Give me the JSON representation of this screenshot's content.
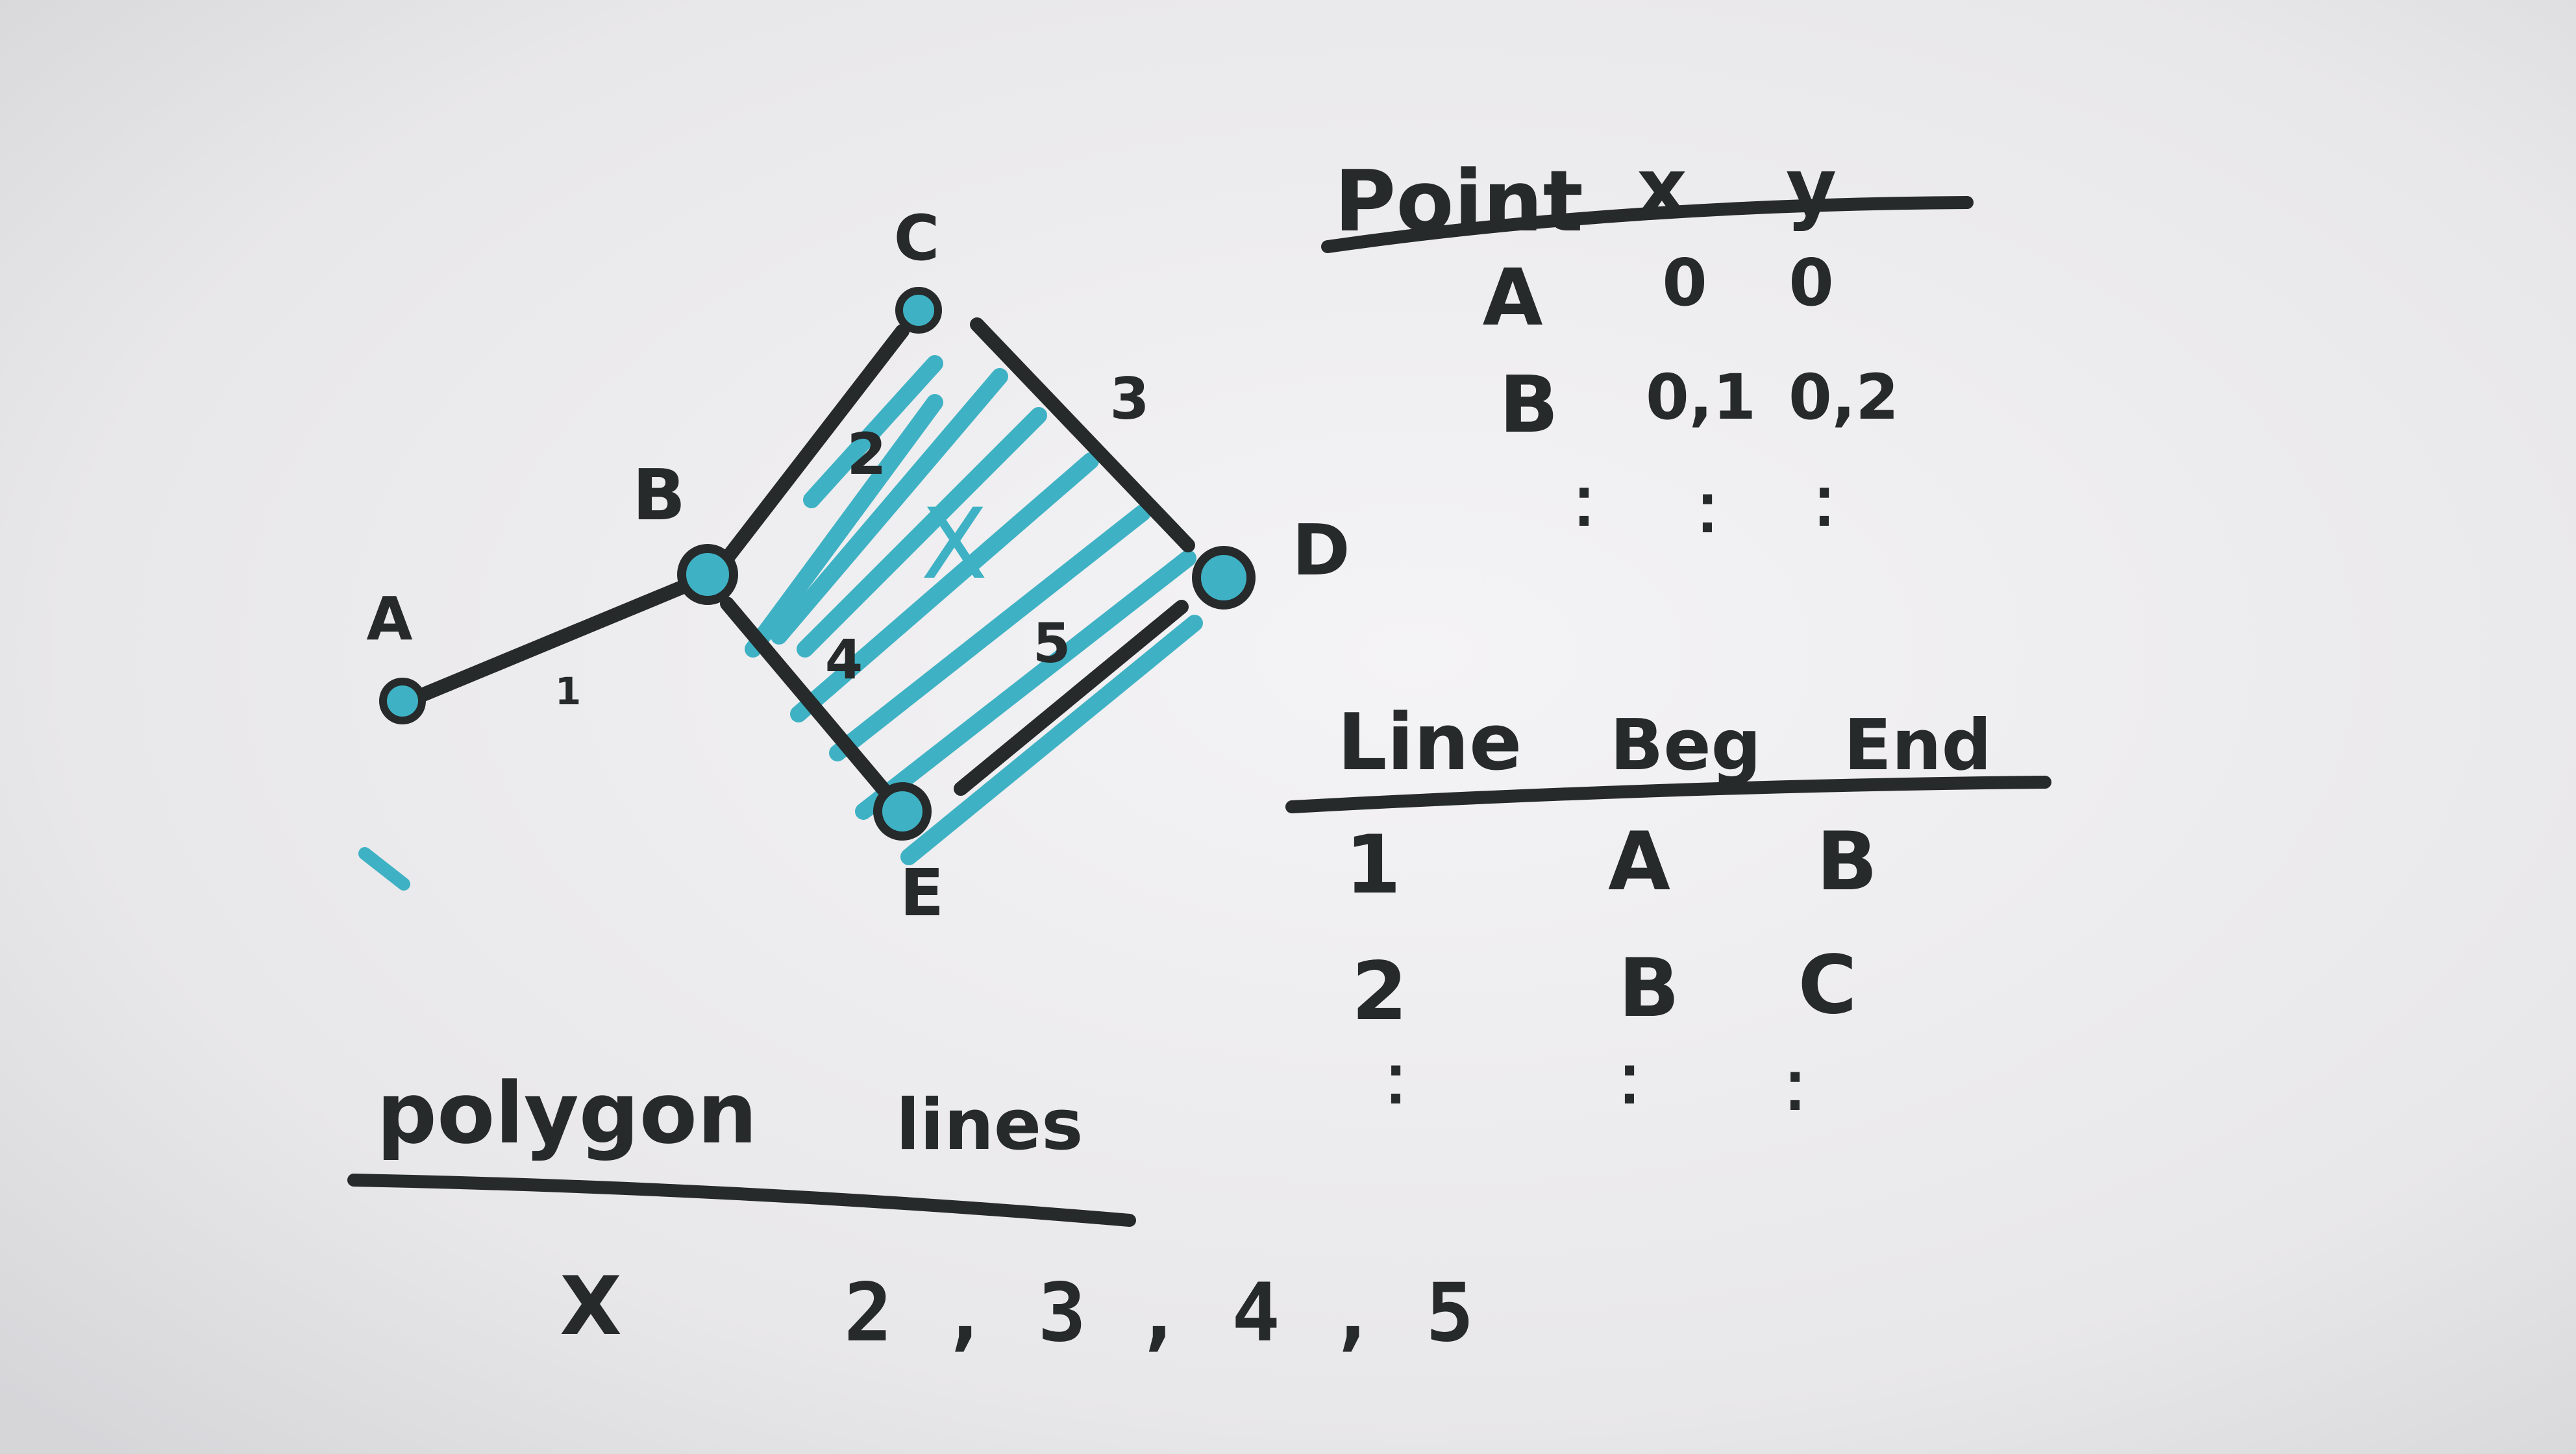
{
  "colors": {
    "paper": "#ecebed",
    "ink": "#262a2b",
    "accent": "#3eb2c4"
  },
  "diagram": {
    "points": [
      {
        "label": "A"
      },
      {
        "label": "B"
      },
      {
        "label": "C"
      },
      {
        "label": "D"
      },
      {
        "label": "E"
      }
    ],
    "edge_labels": [
      "1",
      "2",
      "3",
      "4",
      "5"
    ],
    "polygon_label": "X"
  },
  "point_table": {
    "headers": [
      "Point",
      "x",
      "y"
    ],
    "rows": [
      [
        "A",
        "0",
        "0"
      ],
      [
        "B",
        "0,1",
        "0,2"
      ],
      [
        "⁚",
        "⁚",
        "⁚"
      ]
    ]
  },
  "line_table": {
    "headers": [
      "Line",
      "Beg",
      "End"
    ],
    "rows": [
      [
        "1",
        "A",
        "B"
      ],
      [
        "2",
        "B",
        "C"
      ],
      [
        "⁚",
        "⁚",
        "⁚"
      ]
    ]
  },
  "polygon_table": {
    "headers": [
      "polygon",
      "lines"
    ],
    "rows": [
      [
        "X",
        "2 , 3 , 4 , 5"
      ]
    ]
  }
}
